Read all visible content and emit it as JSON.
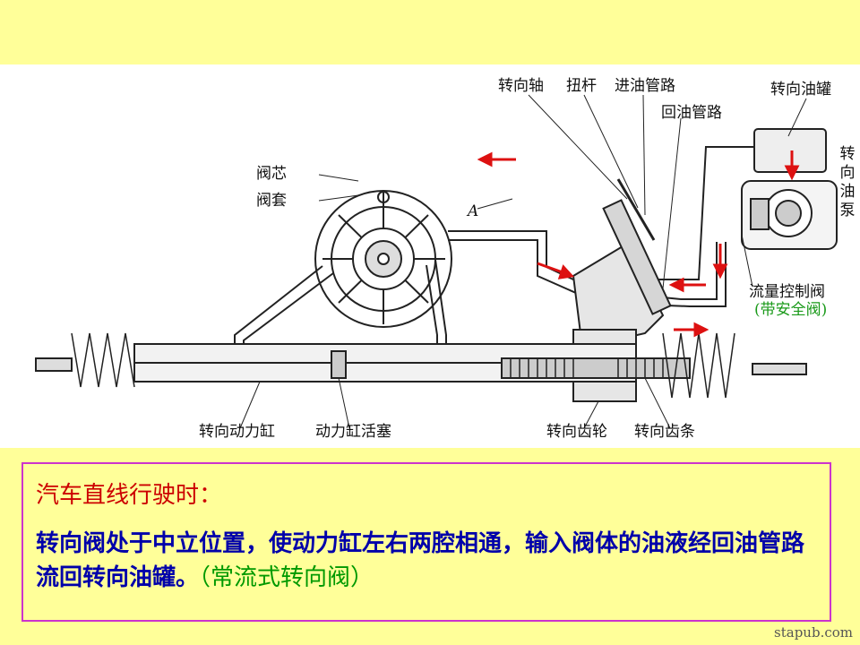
{
  "figure": {
    "labels": {
      "steering_shaft": "转向轴",
      "torsion_bar": "扭杆",
      "inlet_line": "进油管路",
      "return_line": "回油管路",
      "steering_reservoir": "转向油罐",
      "steering_pump": "转向油泵",
      "valve_spool": "阀芯",
      "valve_sleeve": "阀套",
      "flow_control_valve": "流量控制阀",
      "safety_valve_note": "(带安全阀)",
      "power_cylinder": "转向动力缸",
      "cylinder_piston": "动力缸活塞",
      "pinion": "转向齿轮",
      "rack": "转向齿条",
      "section_mark": "A"
    }
  },
  "textbox": {
    "heading": "汽车直线行驶时：",
    "body": "转向阀处于中立位置，使动力缸左右两腔相通，输入阀体的油液经回油管路流回转向油罐。",
    "note": "（常流式转向阀）"
  },
  "watermark": "stapub.com",
  "colors": {
    "background": "#ffff99",
    "border": "#cc33cc",
    "heading": "#cc0000",
    "body": "#0000aa",
    "note": "#009900",
    "arrow": "#dd1111"
  }
}
